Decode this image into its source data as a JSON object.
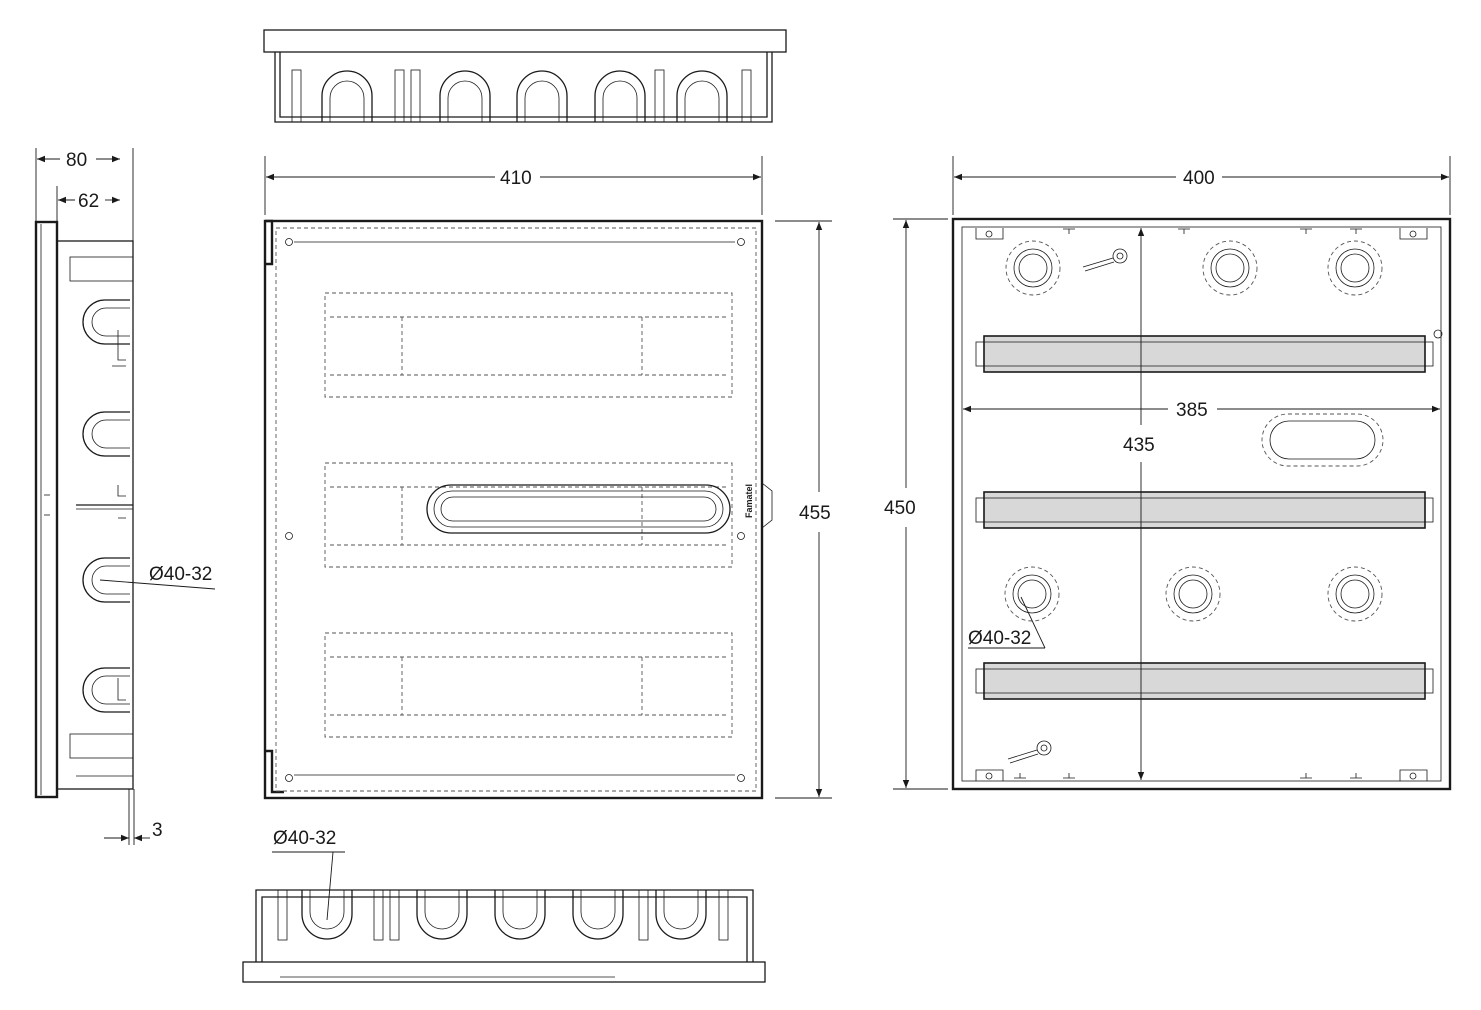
{
  "dimensions": {
    "side_depth_outer": "80",
    "side_depth_inner": "62",
    "front_width": "410",
    "front_height": "455",
    "back_width": "400",
    "back_height": "450",
    "back_inner_width": "385",
    "back_inner_height": "435",
    "door_thickness": "3"
  },
  "knockout_label": "Ø40-32",
  "brand": "Famatel"
}
